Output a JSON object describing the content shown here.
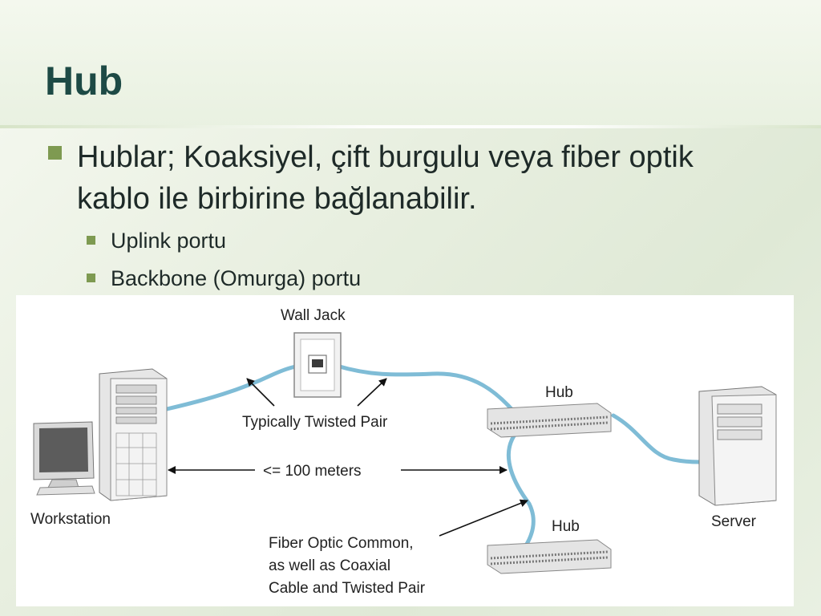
{
  "slide": {
    "title": "Hub",
    "bullet": "Hublar; Koaksiyel, çift burgulu veya fiber optik kablo ile birbirine bağlanabilir.",
    "sub_bullets": [
      "Uplink portu",
      "Backbone (Omurga) portu"
    ]
  },
  "diagram": {
    "labels": {
      "wall_jack": "Wall Jack",
      "hub_top": "Hub",
      "hub_bottom": "Hub",
      "typically_twisted_pair": "Typically Twisted Pair",
      "distance": "<= 100 meters",
      "workstation": "Workstation",
      "server": "Server",
      "fiber_line1": "Fiber Optic Common,",
      "fiber_line2": "as well as Coaxial",
      "fiber_line3": "Cable and Twisted Pair"
    },
    "colors": {
      "cable": "#7fbcd6",
      "accent": "#7e9a51",
      "title": "#1d4a45"
    }
  }
}
